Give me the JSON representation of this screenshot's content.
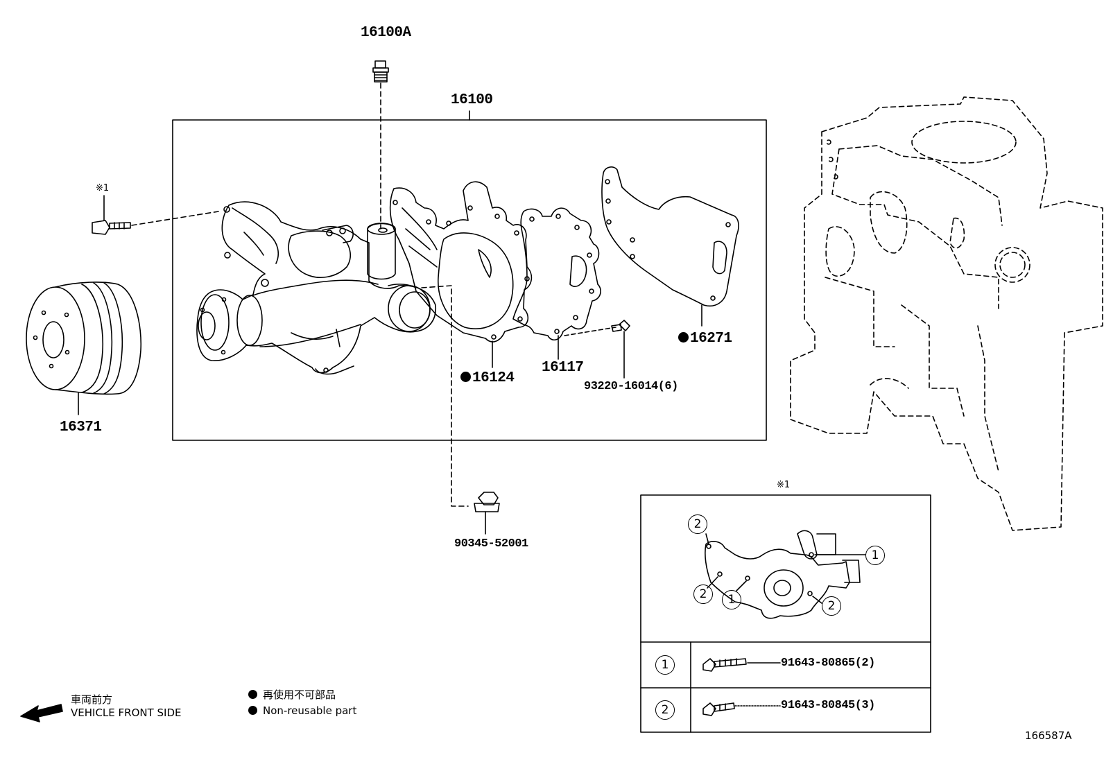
{
  "parts": {
    "p16100A": "16100A",
    "p16100": "16100",
    "p16371": "16371",
    "p16124": "16124",
    "p16117": "16117",
    "p93220": "93220-16014(6)",
    "p16271": "16271",
    "p90345": "90345-52001"
  },
  "reference_mark": "※1",
  "detail_box": {
    "mark": "※1",
    "callout_1": "1",
    "callout_2": "2",
    "rows": [
      {
        "index": "1",
        "part": "91643-80865(2)"
      },
      {
        "index": "2",
        "part": "91643-80845(3)"
      }
    ]
  },
  "legend": {
    "direction_jp": "車両前方",
    "direction_en": "VEHICLE FRONT SIDE",
    "nonreusable_jp": "再使用不可部品",
    "nonreusable_en": "Non-reusable part"
  },
  "diagram_id": "166587A"
}
